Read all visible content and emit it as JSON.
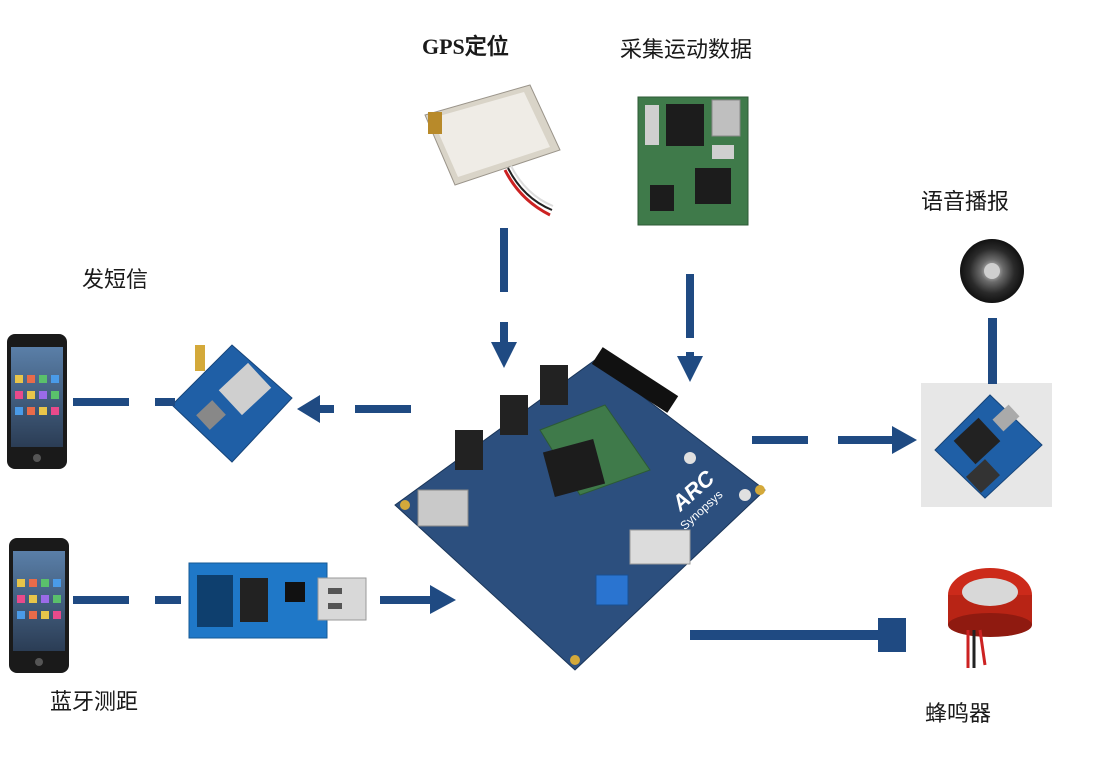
{
  "labels": {
    "gps": "GPS定位",
    "motion": "采集运动数据",
    "voice": "语音播报",
    "sms": "发短信",
    "bluetooth": "蓝牙测距",
    "buzzer": "蜂鸣器"
  },
  "board_text": {
    "brand": "ARC",
    "maker": "Synopsys"
  },
  "colors": {
    "arrow": "#1f4a82",
    "board": "#2c4f7e"
  }
}
